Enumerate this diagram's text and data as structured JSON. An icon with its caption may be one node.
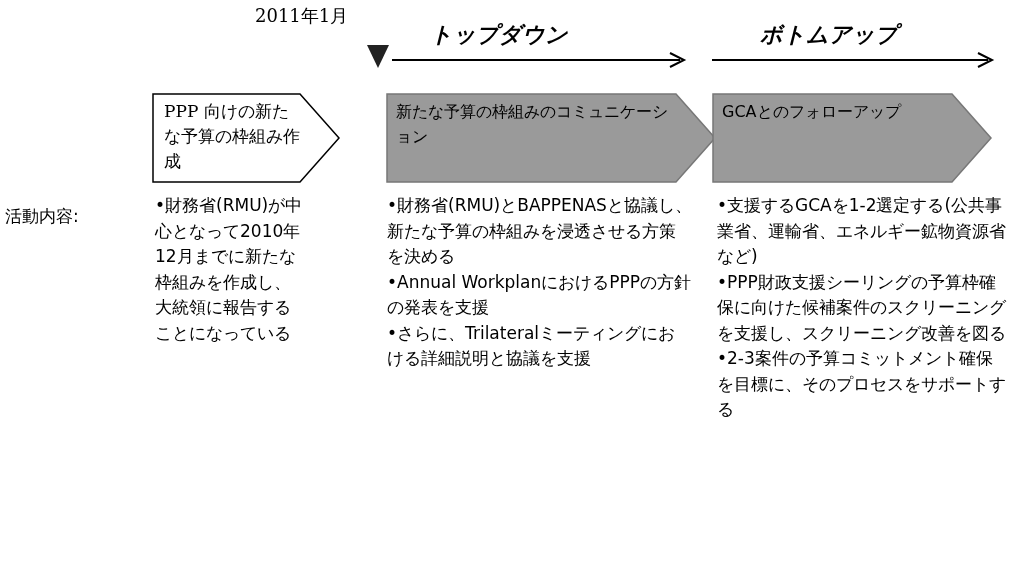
{
  "diagram": {
    "nodes": [
      {
        "text": [
          "PPP 向けの新たな予算の枠組み作成"
        ]
      },
      {
        "text": [
          "新たな予算の枠組みのコミュニケーション"
        ]
      },
      {
        "text": [
          "GCAとのフォローアップ"
        ]
      }
    ],
    "labels": [
      "2011年1月",
      "トップダウン",
      "ボトムアップ",
      "活動内容:",
      "•財務省(RMU)が中心となって2010年12月までに新たな枠組みを作成し、大統領に報告することになっている",
      "•財務省(RMU)とBAPPENASと協議し、新たな予算の枠組みを浸透させる方策を決める",
      "•Annual WorkplanにおけるPPPの方針の発表を支援",
      "•さらに、Trilateralミーティングにおける詳細説明と協議を支援",
      "•支援するGCAを1-2選定する(公共事業省、運輸省、エネルギー鉱物資源省など)",
      "•PPP財政支援シーリングの予算枠確保に向けた候補案件のスクリーニングを支援し、スクリーニング改善を図る",
      "•2-3案件の予算コミットメント確保を目標に、そのプロセスをサポートする"
    ]
  }
}
